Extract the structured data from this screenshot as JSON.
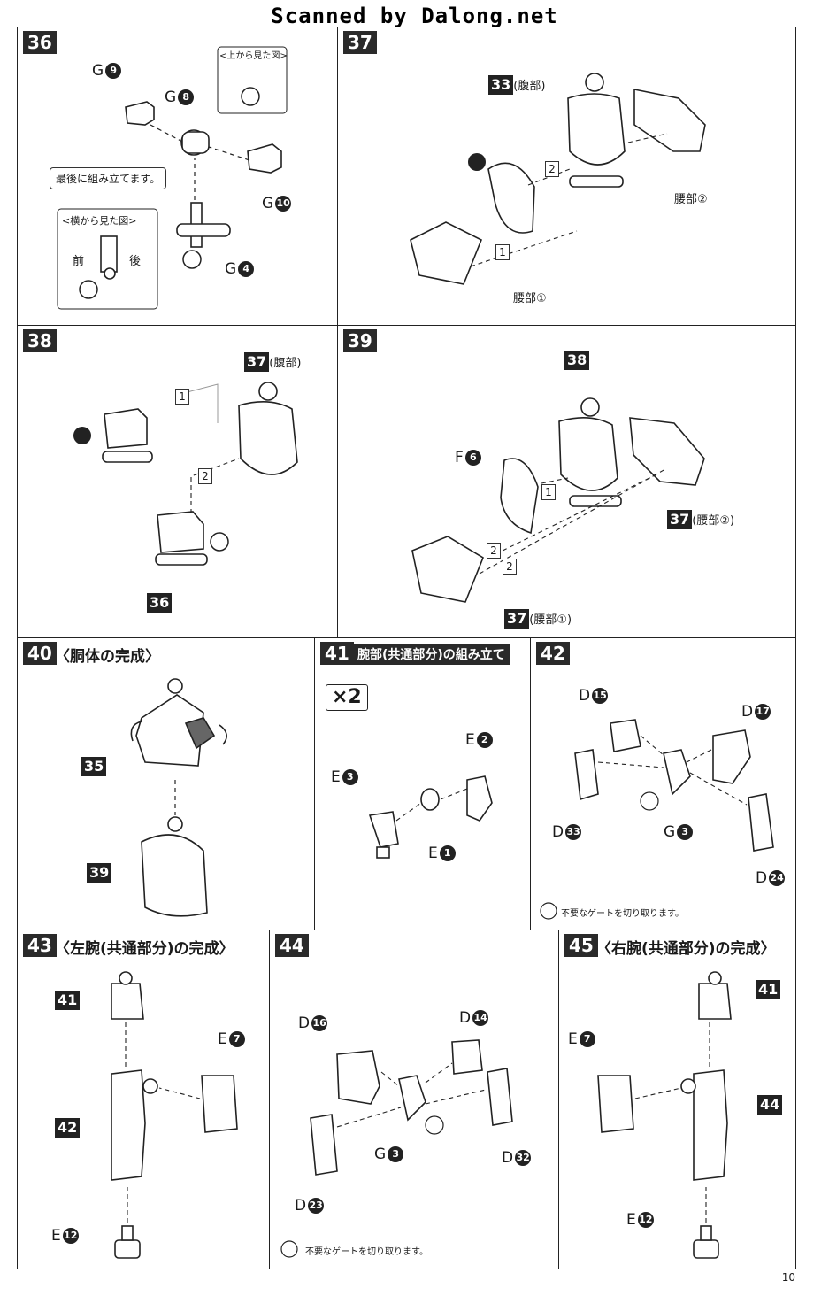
{
  "watermark": "Scanned by Dalong.net",
  "page_number": "10",
  "gate_note": "不要なゲートを切り取ります。",
  "steps": {
    "s36": {
      "num": "36",
      "top_view": "<上から見た図>",
      "side_view": "<横から見た図>",
      "front": "前",
      "back": "後",
      "last": "最後に組み立てます。",
      "g9": "G",
      "g9n": "9",
      "g8": "G",
      "g8n": "8",
      "g10": "G",
      "g10n": "10",
      "g4": "G",
      "g4n": "4"
    },
    "s37": {
      "num": "37",
      "ref": "33",
      "ref_label": "(腹部)",
      "waist2": "腰部②",
      "waist1": "腰部①",
      "s1": "1",
      "s2": "2"
    },
    "s38": {
      "num": "38",
      "ref": "37",
      "ref_label": "(腹部)",
      "ref2": "36",
      "s1": "1",
      "s2": "2"
    },
    "s39": {
      "num": "39",
      "ref": "38",
      "f": "F",
      "fn": "6",
      "ref37a": "37",
      "waist2": "(腰部②)",
      "ref37b": "37",
      "waist1": "(腰部①)",
      "s1": "1",
      "s2a": "2",
      "s2b": "2"
    },
    "s40": {
      "num": "40",
      "title": "〈胴体の完成〉",
      "ref35": "35",
      "ref39": "39"
    },
    "s41": {
      "num": "41",
      "title": "腕部(共通部分)の組み立て",
      "x2": "×2",
      "e2": "E",
      "e2n": "2",
      "e3": "E",
      "e3n": "3",
      "e1": "E",
      "e1n": "1"
    },
    "s42": {
      "num": "42",
      "d15": "D",
      "d15n": "15",
      "d17": "D",
      "d17n": "17",
      "d33": "D",
      "d33n": "33",
      "g3": "G",
      "g3n": "3",
      "d24": "D",
      "d24n": "24"
    },
    "s43": {
      "num": "43",
      "title": "〈左腕(共通部分)の完成〉",
      "ref41": "41",
      "ref42": "42",
      "e7": "E",
      "e7n": "7",
      "e12": "E",
      "e12n": "12"
    },
    "s44": {
      "num": "44",
      "d16": "D",
      "d16n": "16",
      "d14": "D",
      "d14n": "14",
      "g3": "G",
      "g3n": "3",
      "d32": "D",
      "d32n": "32",
      "d23": "D",
      "d23n": "23"
    },
    "s45": {
      "num": "45",
      "title": "〈右腕(共通部分)の完成〉",
      "ref41": "41",
      "ref44": "44",
      "e7": "E",
      "e7n": "7",
      "e12": "E",
      "e12n": "12"
    }
  }
}
